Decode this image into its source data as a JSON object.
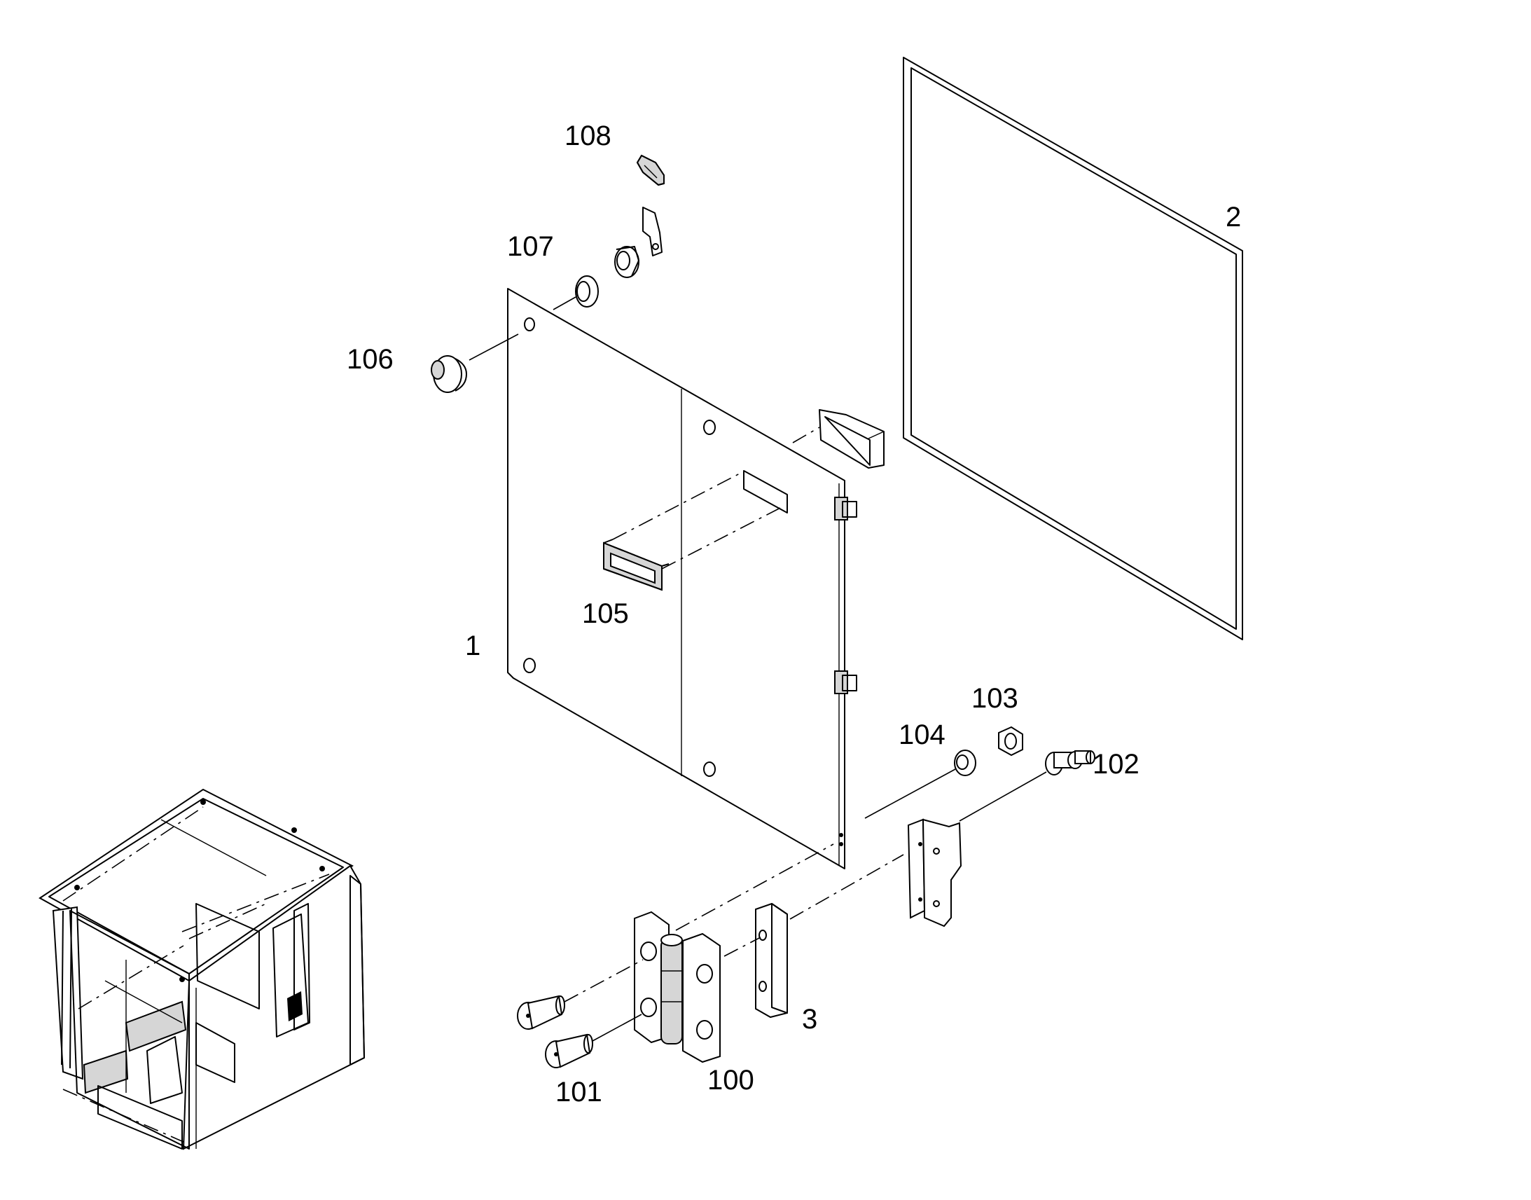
{
  "callouts": {
    "p1": "1",
    "p2": "2",
    "p3": "3",
    "p100": "100",
    "p101": "101",
    "p102": "102",
    "p103": "103",
    "p104": "104",
    "p105": "105",
    "p106": "106",
    "p107": "107",
    "p108": "108"
  }
}
